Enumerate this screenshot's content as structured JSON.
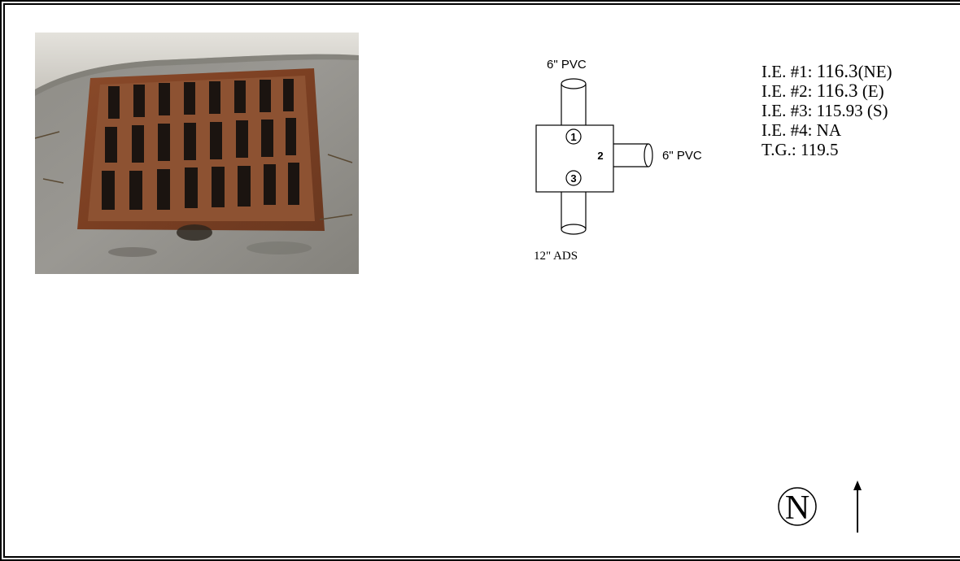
{
  "schematic": {
    "top_pipe_label": "6\" PVC",
    "right_pipe_label": "6\" PVC",
    "bottom_pipe_label": "12\" ADS",
    "port_1": "1",
    "port_2": "2",
    "port_3": "3"
  },
  "inverts": {
    "ie1_label": "I.E. #1:",
    "ie1_value": "116.3",
    "ie1_dir": "(NE)",
    "ie2_label": "I.E. #2:",
    "ie2_value": "116.3",
    "ie2_dir": "(E)",
    "ie3_text": "I.E. #3: 115.93 (S)",
    "ie4_text": "I.E. #4: NA",
    "tg_text": "T.G.:  119.5"
  },
  "north": {
    "letter": "N"
  }
}
